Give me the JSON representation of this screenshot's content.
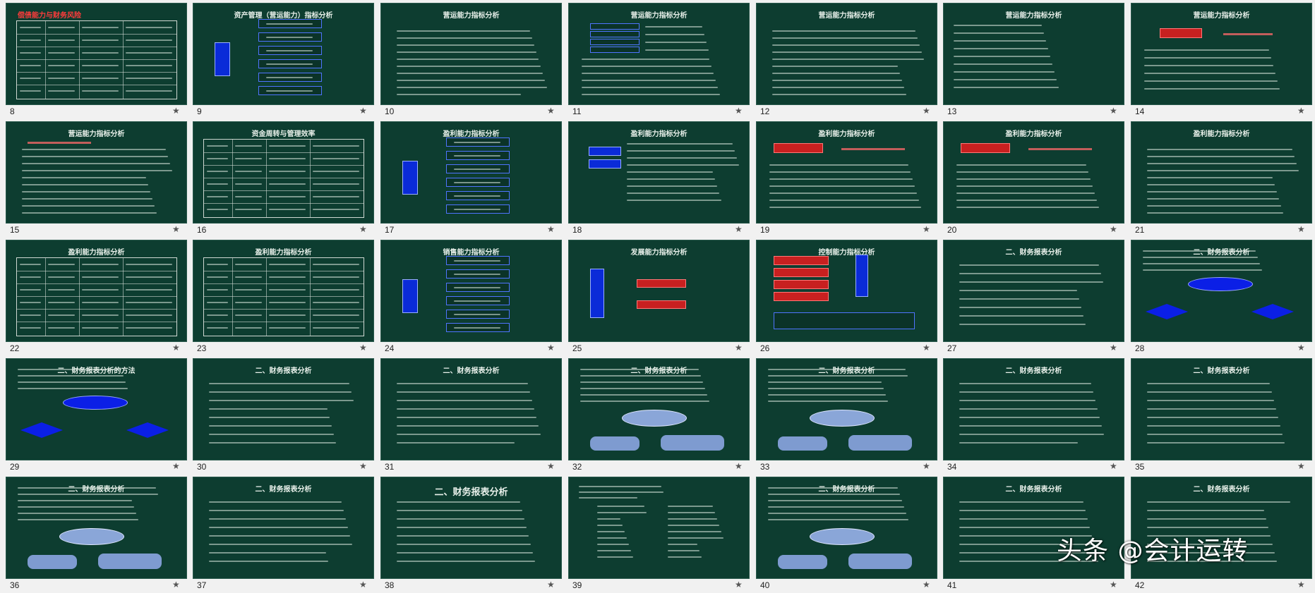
{
  "watermark": "头条 @会计运转",
  "slides": [
    {
      "num": "8",
      "title": "偿债能力与财务风险",
      "style": "table",
      "title_color": "red"
    },
    {
      "num": "9",
      "title": "资产管理（营运能力）指标分析",
      "style": "tree"
    },
    {
      "num": "10",
      "title": "营运能力指标分析",
      "style": "bullets"
    },
    {
      "num": "11",
      "title": "营运能力指标分析",
      "style": "blue-list"
    },
    {
      "num": "12",
      "title": "营运能力指标分析",
      "style": "bullets"
    },
    {
      "num": "13",
      "title": "营运能力指标分析",
      "style": "text-left"
    },
    {
      "num": "14",
      "title": "营运能力指标分析",
      "style": "formula"
    },
    {
      "num": "15",
      "title": "营运能力指标分析",
      "style": "bullets-red"
    },
    {
      "num": "16",
      "title": "资金周转与管理效率",
      "style": "table"
    },
    {
      "num": "17",
      "title": "盈利能力指标分析",
      "style": "tree"
    },
    {
      "num": "18",
      "title": "盈利能力指标分析",
      "style": "red-boxes"
    },
    {
      "num": "19",
      "title": "盈利能力指标分析",
      "style": "formula-red"
    },
    {
      "num": "20",
      "title": "盈利能力指标分析",
      "style": "formula-red"
    },
    {
      "num": "21",
      "title": "盈利能力指标分析",
      "style": "bullets"
    },
    {
      "num": "22",
      "title": "盈利能力指标分析",
      "style": "table"
    },
    {
      "num": "23",
      "title": "盈利能力指标分析",
      "style": "table"
    },
    {
      "num": "24",
      "title": "销售能力指标分析",
      "style": "tree"
    },
    {
      "num": "25",
      "title": "发展能力指标分析",
      "style": "tree-small"
    },
    {
      "num": "26",
      "title": "控制能力指标分析",
      "style": "red-stack"
    },
    {
      "num": "27",
      "title": "二、财务报表分析",
      "style": "text"
    },
    {
      "num": "28",
      "title": "二、财务报表分析",
      "style": "flow"
    },
    {
      "num": "29",
      "title": "二、财务报表分析的方法",
      "style": "flow"
    },
    {
      "num": "30",
      "title": "二、财务报表分析",
      "style": "text"
    },
    {
      "num": "31",
      "title": "二、财务报表分析",
      "style": "text"
    },
    {
      "num": "32",
      "title": "二、财务报表分析",
      "style": "ellipse"
    },
    {
      "num": "33",
      "title": "二、财务报表分析",
      "style": "ellipse"
    },
    {
      "num": "34",
      "title": "二、财务报表分析",
      "style": "text"
    },
    {
      "num": "35",
      "title": "二、财务报表分析",
      "style": "text"
    },
    {
      "num": "36",
      "title": "二、财务报表分析",
      "style": "ellipse"
    },
    {
      "num": "37",
      "title": "二、财务报表分析",
      "style": "text"
    },
    {
      "num": "38",
      "title": "二、财务报表分析",
      "style": "text-big"
    },
    {
      "num": "39",
      "title": "",
      "style": "columns"
    },
    {
      "num": "40",
      "title": "二、财务报表分析",
      "style": "ellipse"
    },
    {
      "num": "41",
      "title": "二、财务报表分析",
      "style": "text"
    },
    {
      "num": "42",
      "title": "二、财务报表分析",
      "style": "text"
    }
  ]
}
